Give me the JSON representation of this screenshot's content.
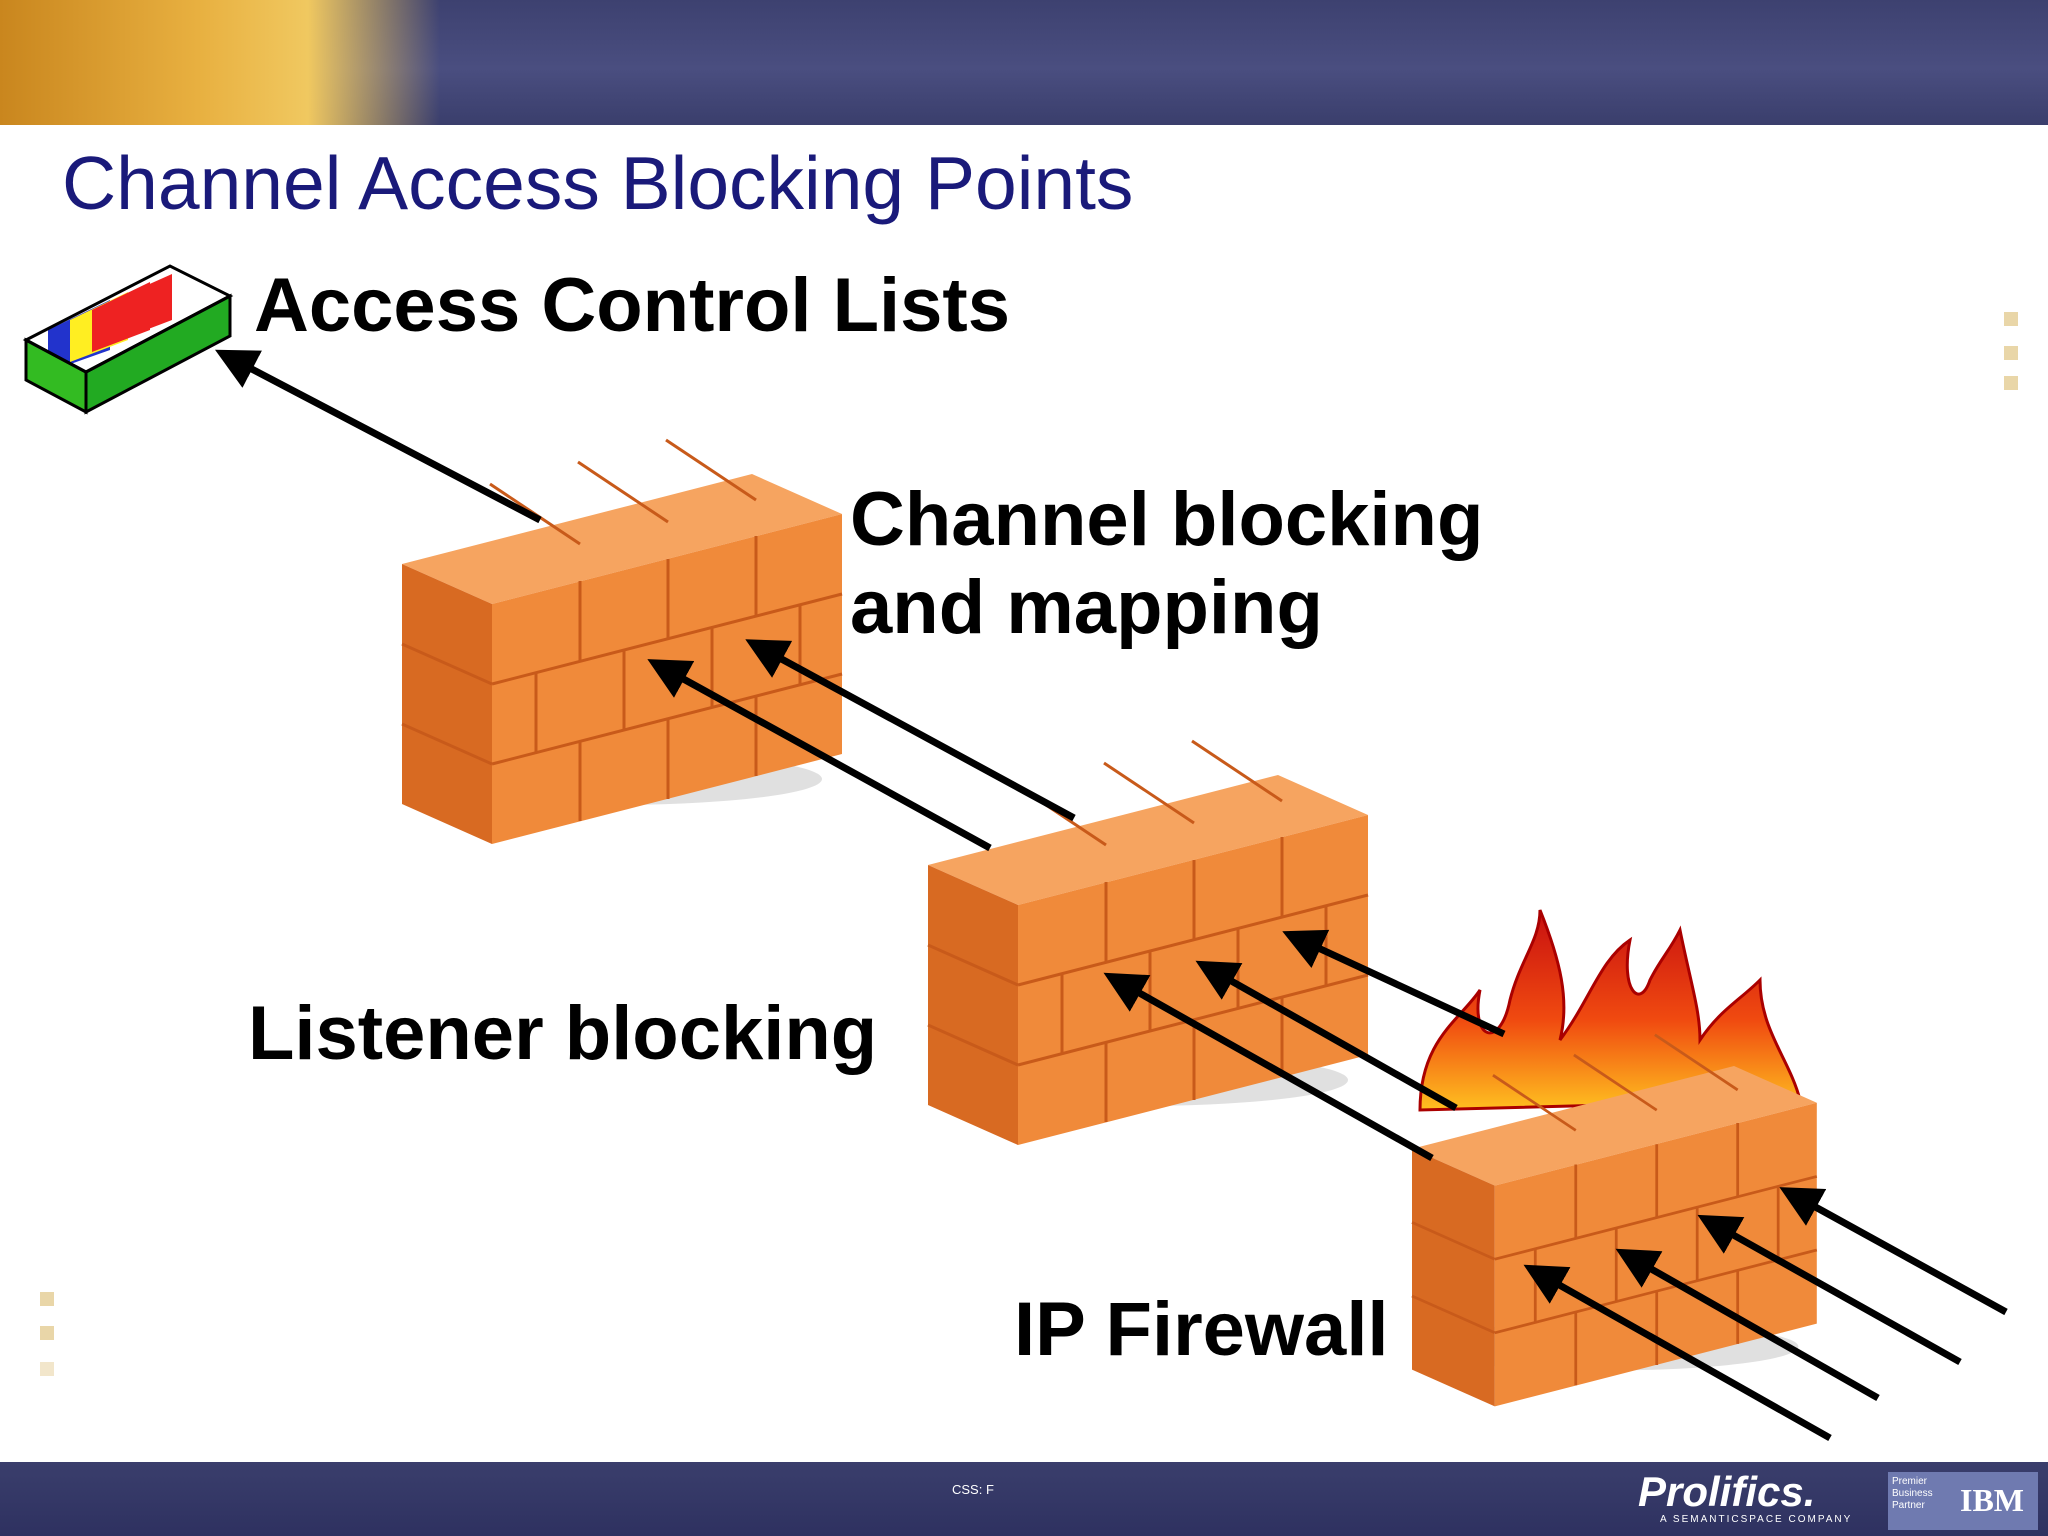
{
  "slide": {
    "title": "Channel Access Blocking Points",
    "labels": {
      "acl": "Access Control Lists",
      "channel_line1": "Channel blocking",
      "channel_line2": "and mapping",
      "listener": "Listener blocking",
      "firewall": "IP Firewall"
    }
  },
  "footer": {
    "code": "CSS: F",
    "logo": "Prolifics.",
    "logo_tagline": "A SEMANTICSPACE COMPANY",
    "partner_text": "Premier Business Partner",
    "ibm": "IBM"
  },
  "colors": {
    "title": "#1a1a7a",
    "brick": "#f08a3a",
    "mortar": "#c85a1a",
    "bar": "#3d4170"
  },
  "icons": {
    "folders": "acl-folder-box-icon",
    "walls": "brick-wall-icon",
    "fire": "flames-icon",
    "arrows": "arrow-icon"
  }
}
